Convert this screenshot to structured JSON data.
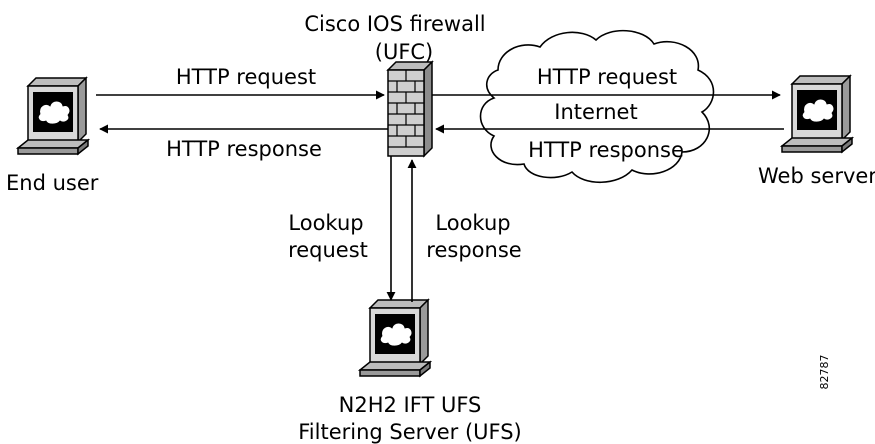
{
  "nodes": {
    "firewall": {
      "line1": "Cisco IOS firewall",
      "line2": "(UFC)"
    },
    "end_user": {
      "label": "End user"
    },
    "web_server": {
      "label": "Web server"
    },
    "filtering_server": {
      "line1": "N2H2 IFT UFS",
      "line2": "Filtering Server (UFS)"
    },
    "internet": {
      "label": "Internet"
    }
  },
  "edges": {
    "left_request": "HTTP request",
    "left_response": "HTTP response",
    "right_request": "HTTP request",
    "right_response": "HTTP response",
    "lookup_request": {
      "line1": "Lookup",
      "line2": "request"
    },
    "lookup_response": {
      "line1": "Lookup",
      "line2": "response"
    }
  },
  "figure_id": "82787"
}
